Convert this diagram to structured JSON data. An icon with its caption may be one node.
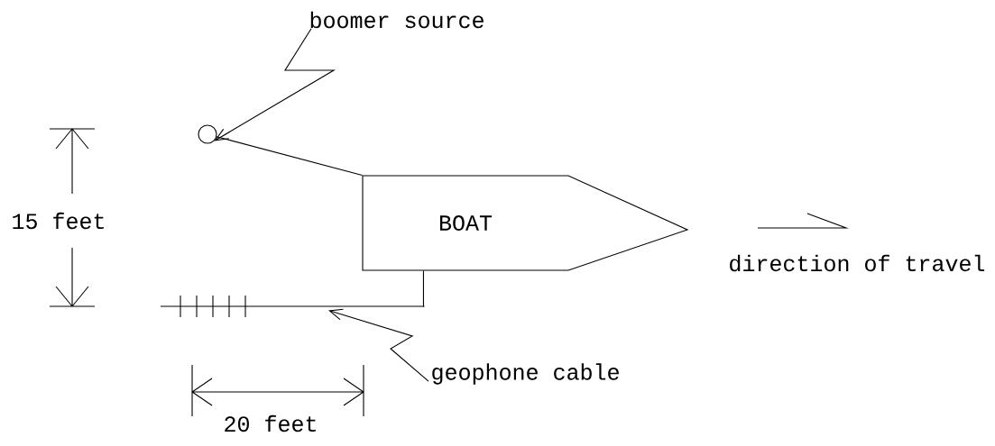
{
  "diagram": {
    "nodes": [
      {
        "text": [
          "BOAT"
        ]
      },
      {
        "text": [],
        "shape": "circle"
      },
      {
        "text": [],
        "shape": "bar"
      },
      {
        "text": [
          "boomer source"
        ]
      },
      {
        "text": [
          "geophone cable"
        ]
      }
    ],
    "edges": [
      {
        "from": 1,
        "to": 0,
        "arrow": "none"
      },
      {
        "from": 2,
        "to": 0,
        "arrow": "none"
      },
      {
        "from": 3,
        "to": 1,
        "arrow": "to"
      },
      {
        "from": 4,
        "to": 2,
        "arrow": "to"
      }
    ],
    "labels": [
      "15 feet",
      "direction of travel",
      "20 feet"
    ]
  }
}
